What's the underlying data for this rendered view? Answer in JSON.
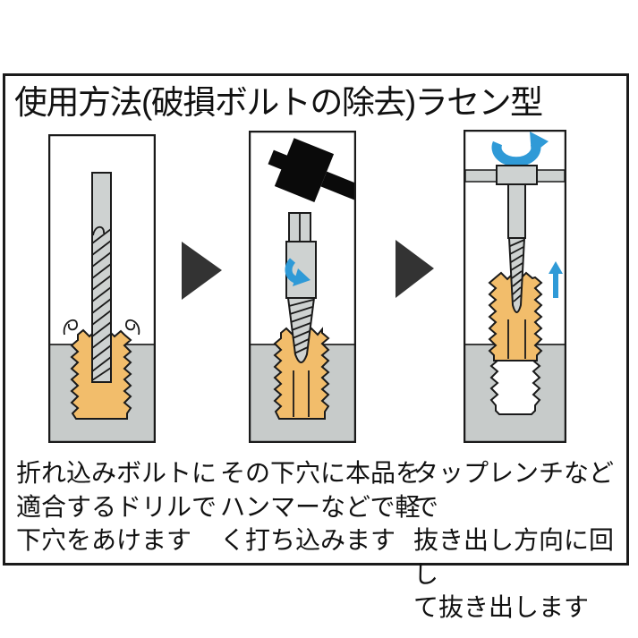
{
  "diagram": {
    "title": "使用方法(破損ボルトの除去)ラセン型",
    "steps": [
      {
        "id": 1,
        "illustration": "drill-making-pilot-hole-in-broken-bolt",
        "caption": "折れ込みボルトに\n適合するドリルで\n下穴をあけます"
      },
      {
        "id": 2,
        "illustration": "hammer-tapping-extractor-into-pilot-hole",
        "caption": "その下穴に本品を\nハンマーなどで軽\nく打ち込みます"
      },
      {
        "id": 3,
        "illustration": "tap-wrench-turning-extractor-to-extract-bolt",
        "caption": "タップレンチなどで\n抜き出し方向に回し\nて抜き出します"
      }
    ]
  },
  "icons": {
    "step_arrow": "right-triangle-arrow",
    "hammer": "mallet-hammer",
    "drill": "drill-bit",
    "extractor": "spiral-screw-extractor",
    "tap_wrench": "tap-wrench-handle",
    "broken_bolt": "broken-bolt-threads",
    "pilot_hole": "empty-threaded-hole",
    "chips": "metal-swarf-chips",
    "tap_in_rotation": "curved-rotation-arrow",
    "unscrew_rotation": "counterclockwise-rotation-arrow",
    "lift": "up-arrow"
  },
  "colors": {
    "frame_border": "#1a1a1a",
    "material_gray": "#c7cbca",
    "tool_gray": "#ced2d1",
    "bolt_orange": "#f2bd6b",
    "accent_blue": "#2f9ad7",
    "step_arrow_dark": "#333333",
    "hammer_black": "#0a0a0a",
    "hole_white": "#ffffff",
    "text_black": "#111111"
  }
}
